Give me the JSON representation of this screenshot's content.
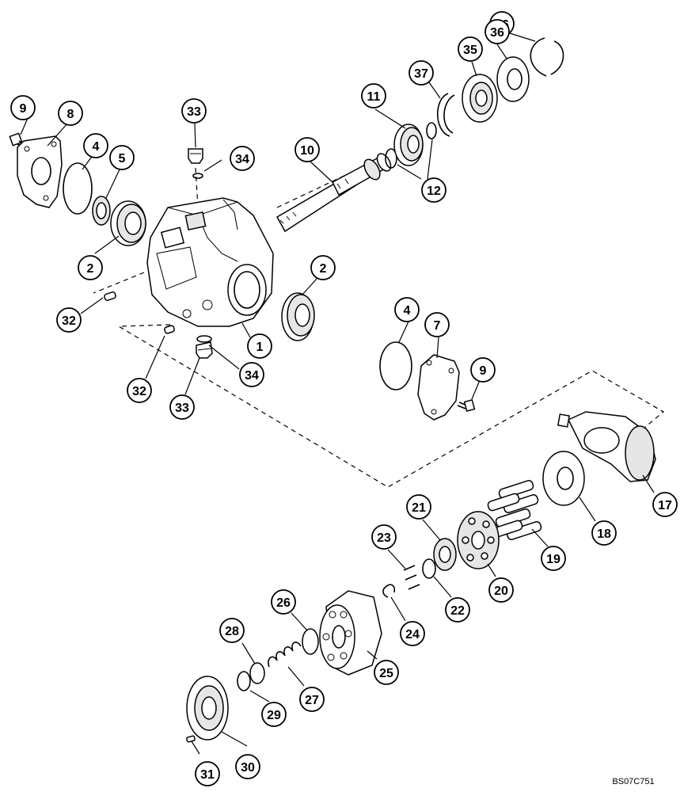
{
  "drawing_code": "BS07C751",
  "callouts": [
    {
      "label": "1"
    },
    {
      "label": "2"
    },
    {
      "label": "2"
    },
    {
      "label": "4"
    },
    {
      "label": "4"
    },
    {
      "label": "5"
    },
    {
      "label": "7"
    },
    {
      "label": "8"
    },
    {
      "label": "9"
    },
    {
      "label": "9"
    },
    {
      "label": "10"
    },
    {
      "label": "11"
    },
    {
      "label": "12"
    },
    {
      "label": "16"
    },
    {
      "label": "17"
    },
    {
      "label": "18"
    },
    {
      "label": "19"
    },
    {
      "label": "20"
    },
    {
      "label": "21"
    },
    {
      "label": "22"
    },
    {
      "label": "23"
    },
    {
      "label": "24"
    },
    {
      "label": "25"
    },
    {
      "label": "26"
    },
    {
      "label": "27"
    },
    {
      "label": "28"
    },
    {
      "label": "29"
    },
    {
      "label": "30"
    },
    {
      "label": "31"
    },
    {
      "label": "32"
    },
    {
      "label": "32"
    },
    {
      "label": "33"
    },
    {
      "label": "33"
    },
    {
      "label": "34"
    },
    {
      "label": "34"
    },
    {
      "label": "35"
    },
    {
      "label": "36"
    },
    {
      "label": "37"
    }
  ]
}
